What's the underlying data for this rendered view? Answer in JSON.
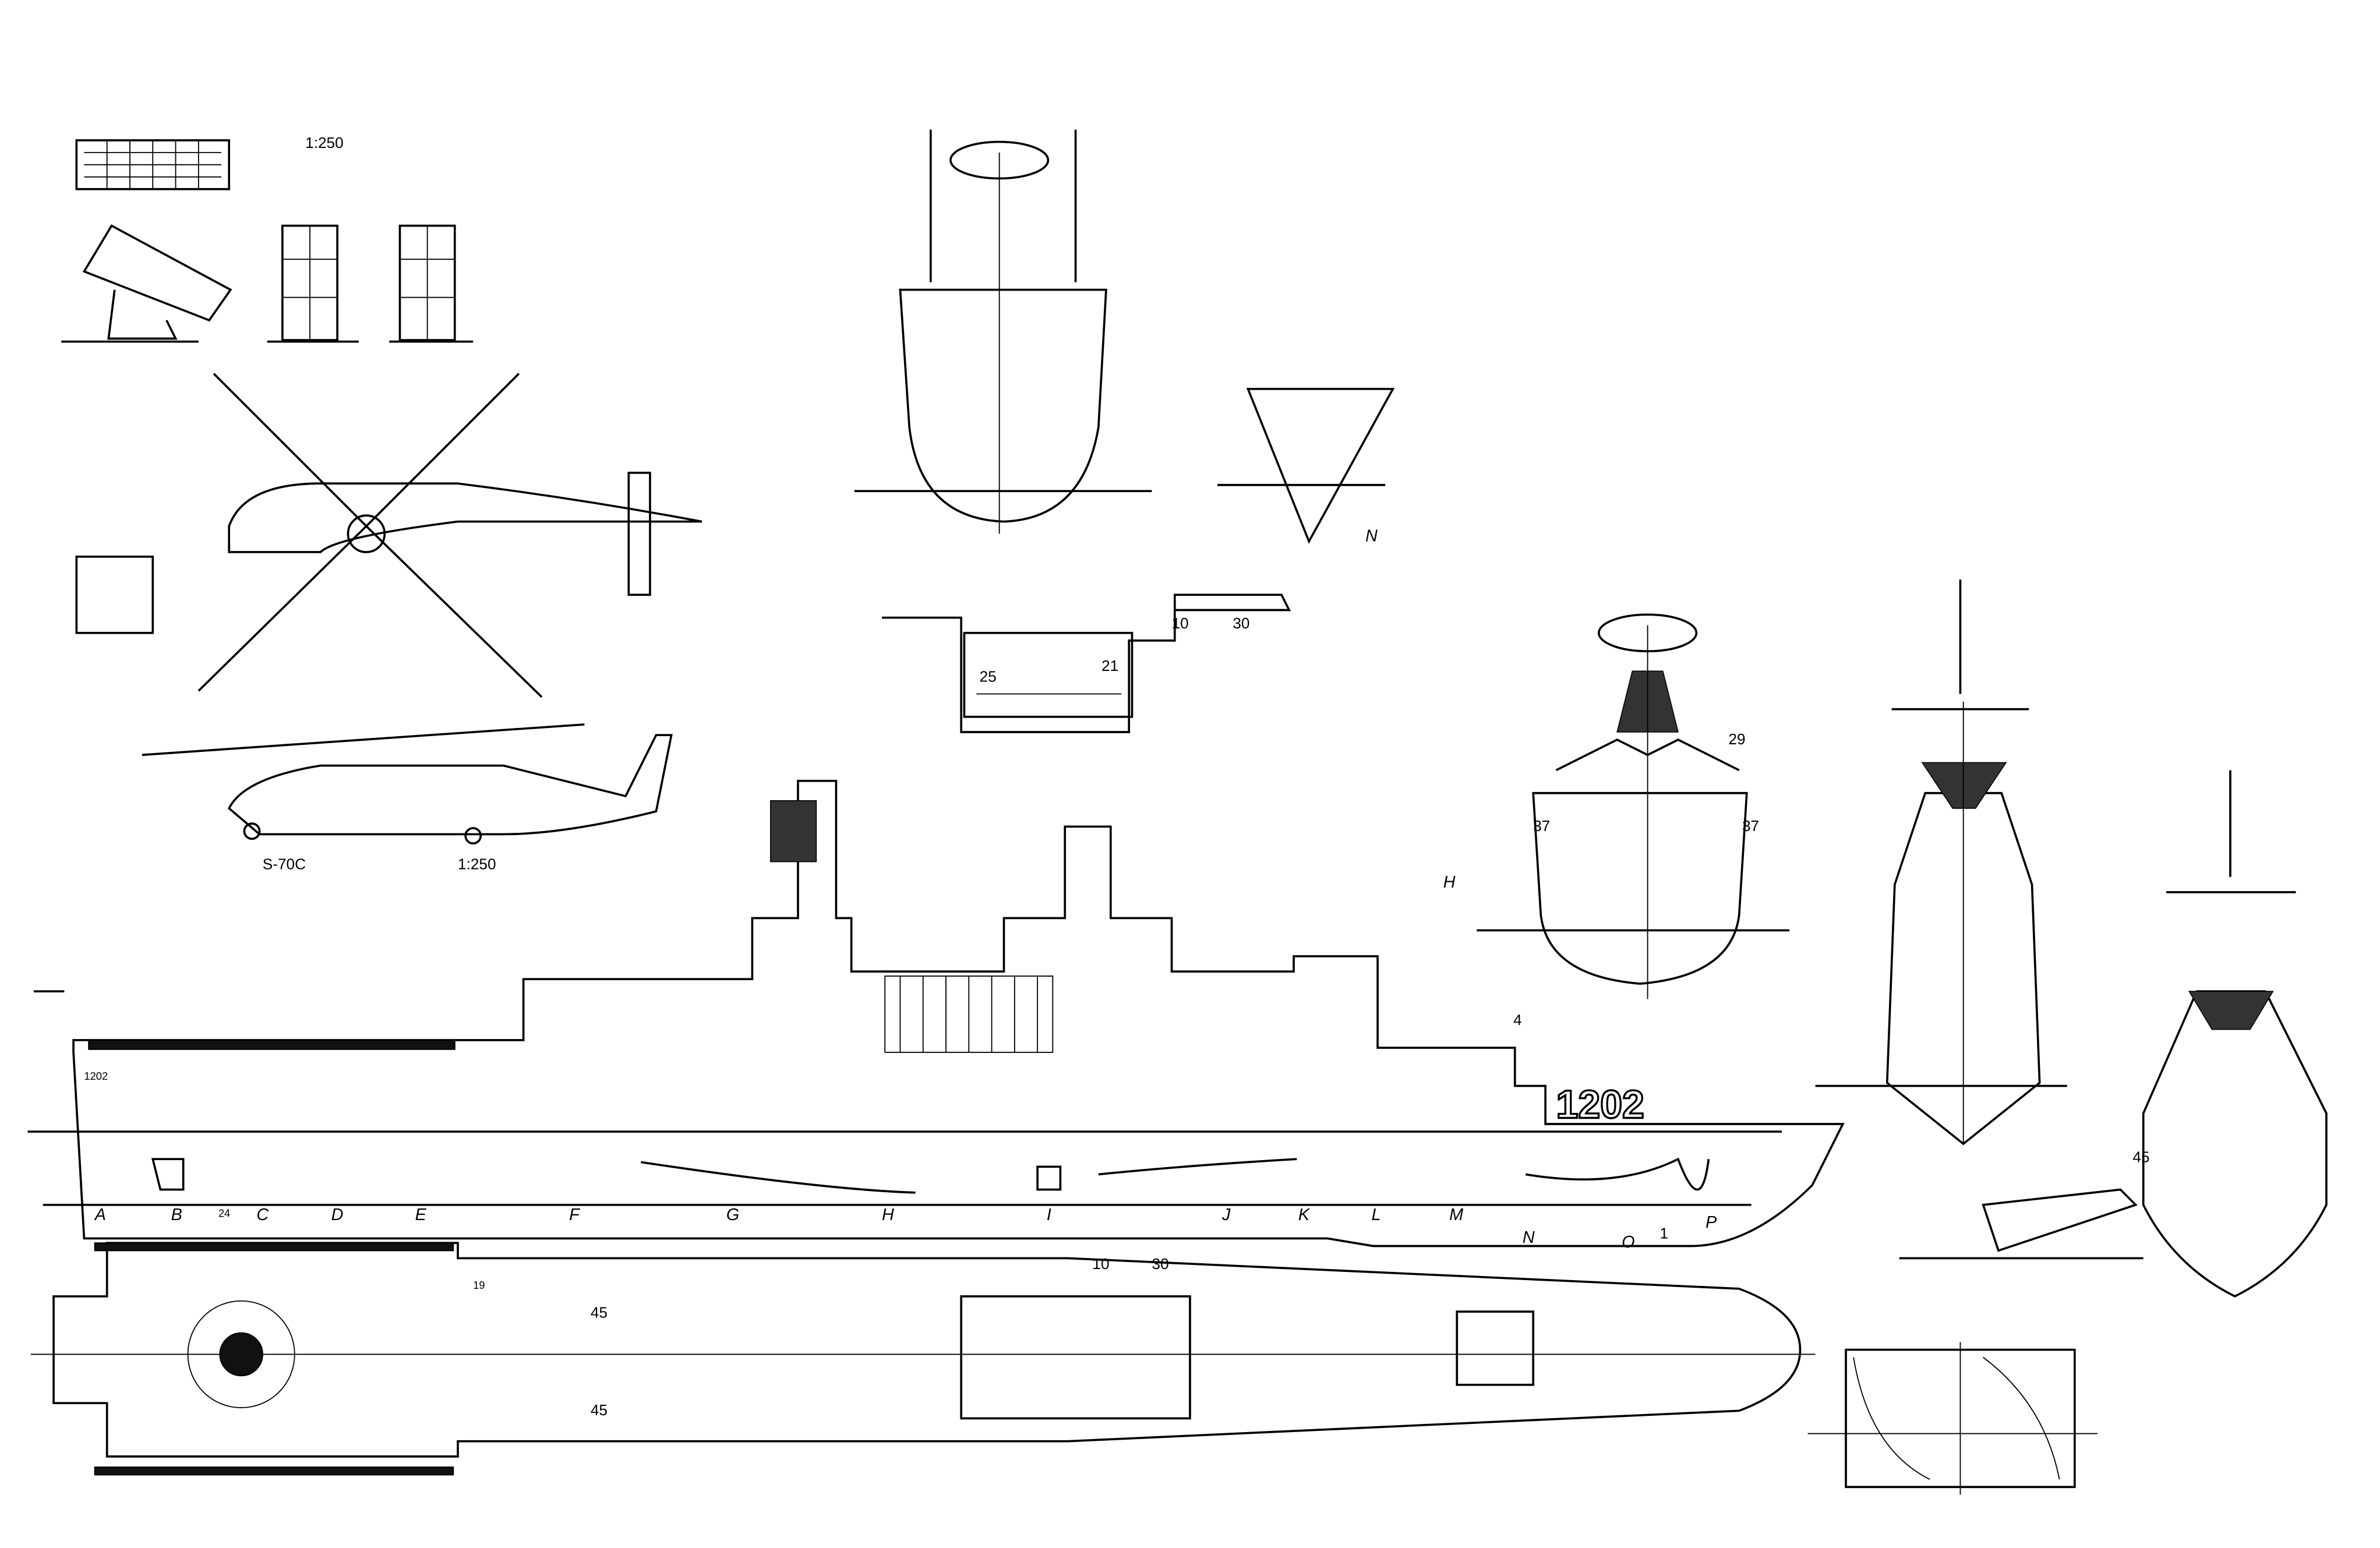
{
  "scales": {
    "launcher_scale": "1:250",
    "helicopter_designation": "S-70C",
    "helicopter_scale": "1:250"
  },
  "hull_number": "1202",
  "hull_number_small": "1202",
  "stations": [
    "A",
    "B",
    "C",
    "D",
    "E",
    "F",
    "G",
    "H",
    "I",
    "J",
    "K",
    "L",
    "M",
    "N",
    "O",
    "P"
  ],
  "station_extra": "24",
  "station_one": "1",
  "callouts": {
    "side_10": "10",
    "side_30": "30",
    "side_25": "25",
    "side_21": "21",
    "side_gun_4": "4",
    "plan_10": "10",
    "plan_30": "30",
    "plan_45_top": "45",
    "plan_45_bottom": "45",
    "plan_19": "19",
    "bow_section_n": "N",
    "front_29": "29",
    "front_37_left": "37",
    "front_37_right": "37",
    "front_h": "H",
    "stern_45": "45"
  },
  "colors": {
    "ink": "#000000",
    "paper": "#ffffff"
  }
}
